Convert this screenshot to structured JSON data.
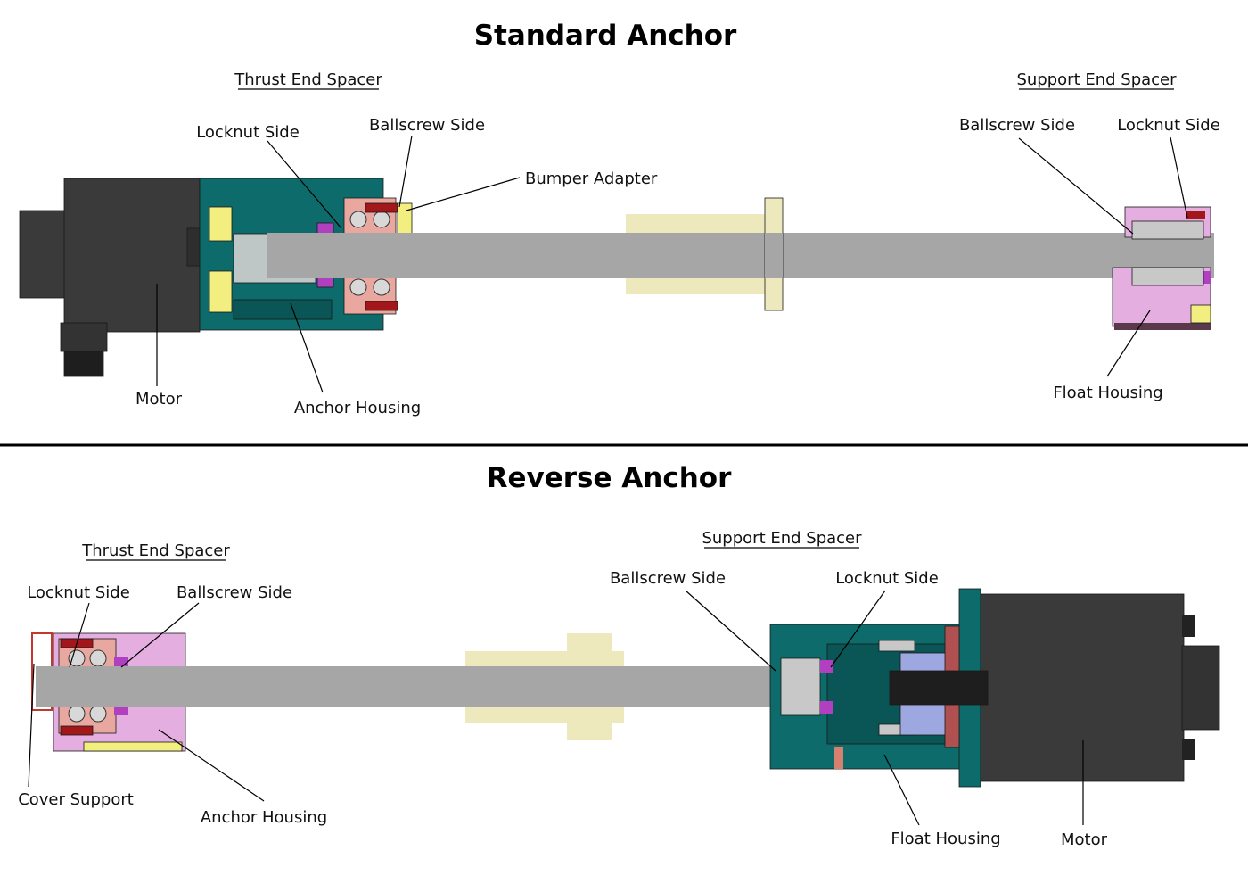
{
  "standard": {
    "title": "Standard Anchor",
    "thrust_end_header": "Thrust End Spacer",
    "support_end_header": "Support End Spacer",
    "labels": {
      "locknut_side_thrust": "Locknut Side",
      "ballscrew_side_thrust": "Ballscrew Side",
      "bumper_adapter": "Bumper Adapter",
      "ballscrew_side_support": "Ballscrew Side",
      "locknut_side_support": "Locknut Side",
      "motor": "Motor",
      "anchor_housing": "Anchor Housing",
      "float_housing": "Float Housing"
    }
  },
  "reverse": {
    "title": "Reverse Anchor",
    "thrust_end_header": "Thrust End Spacer",
    "support_end_header": "Support End Spacer",
    "labels": {
      "locknut_side_thrust": "Locknut Side",
      "ballscrew_side_thrust": "Ballscrew Side",
      "ballscrew_side_support": "Ballscrew Side",
      "locknut_side_support": "Locknut Side",
      "cover_support": "Cover Support",
      "anchor_housing": "Anchor Housing",
      "float_housing": "Float Housing",
      "motor": "Motor"
    }
  },
  "colors": {
    "motor": "#3a3a3a",
    "housing_teal": "#0e6b6b",
    "shaft_gray": "#a6a6a6",
    "nut_cream": "#ede9bd",
    "float_pink": "#e4aee0",
    "bearing_salmon": "#e8a8a0",
    "bumper_yellow": "#f2ee80",
    "seal_red": "#a3171b",
    "spacer_purple": "#b040c0"
  }
}
